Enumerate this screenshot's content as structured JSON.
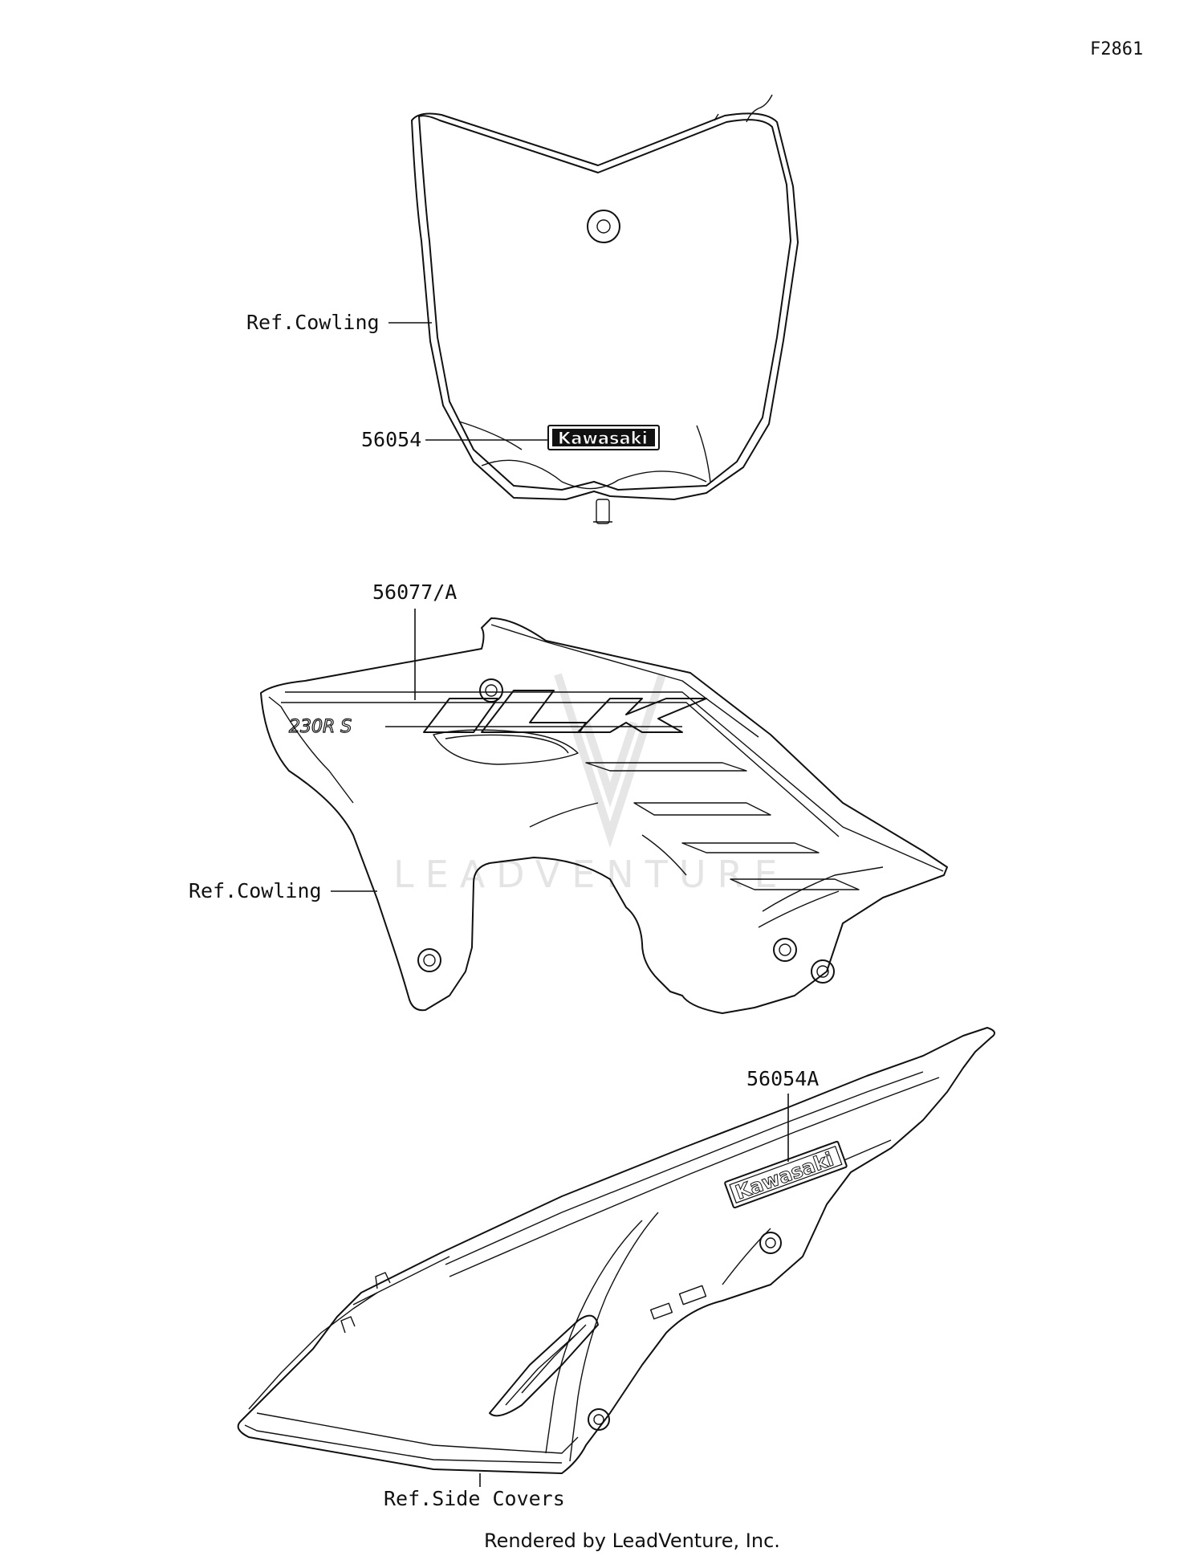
{
  "figure_id": "F2861",
  "watermark": "LEADVENTURE",
  "credit": "Rendered by LeadVenture, Inc.",
  "callouts": {
    "top_ref": "Ref.Cowling",
    "top_part": "56054",
    "mid_part": "56077/A",
    "mid_ref": "Ref.Cowling",
    "bottom_part": "56054A",
    "bottom_ref": "Ref.Side Covers"
  },
  "decals": {
    "brand_top": "Kawasaki",
    "brand_bottom": "Kawasaki",
    "shroud_logo": "KLX",
    "shroud_model": "230R S"
  }
}
